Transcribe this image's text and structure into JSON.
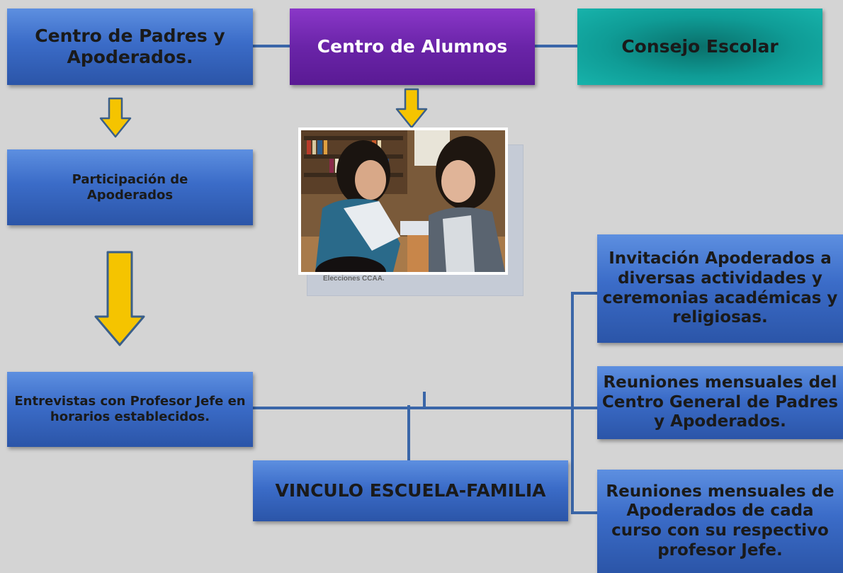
{
  "boxes": {
    "centro_padres": "Centro de Padres y Apoderados.",
    "centro_alumnos": "Centro de Alumnos",
    "consejo_escolar": "Consejo Escolar",
    "participacion": "Participación de Apoderados",
    "entrevistas": "Entrevistas con Profesor Jefe en horarios establecidos.",
    "vinculo": "VINCULO ESCUELA-FAMILIA",
    "invitacion": "Invitación Apoderados a diversas actividades y ceremonias académicas y religiosas.",
    "reuniones_centro": "Reuniones mensuales del Centro General de Padres y Apoderados.",
    "reuniones_curso": "Reuniones mensuales de Apoderados de cada curso con su respectivo profesor Jefe."
  },
  "photo": {
    "caption": "Elecciones CCAA."
  },
  "colors": {
    "blue": "#3b6cc8",
    "purple": "#6a24a8",
    "teal": "#0f9c96",
    "arrow_fill": "#f5c400",
    "arrow_stroke": "#3a5f8a",
    "connector": "#3a66a8",
    "background": "#d4d4d4"
  }
}
